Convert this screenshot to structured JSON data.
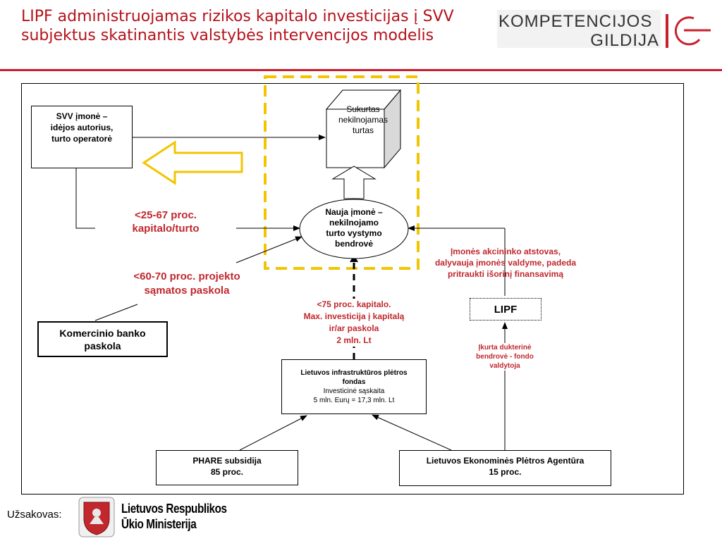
{
  "header": {
    "title_line1": "LIPF administruojamas rizikos kapitalo investicijas į SVV",
    "title_line2": "subjektus skatinantis valstybės intervencijos modelis",
    "logo_line1": "KOMPETENCIJOS",
    "logo_line2": "GILDIJA"
  },
  "diagram": {
    "svv_box": [
      "SVV įmonė –",
      "idėjos autorius,",
      "turto operatorė"
    ],
    "cube_label": [
      "Sukurtas",
      "nekilnojamas",
      "turtas"
    ],
    "new_company": [
      "Nauja įmonė –",
      "nekilnojamo",
      "turto vystymo",
      "bendrovė"
    ],
    "capital_label": [
      "<25-67 proc.",
      "kapitalo/turto"
    ],
    "loan_label": [
      "<60-70 proc. projekto",
      "sąmatos paskola"
    ],
    "bank_box": [
      "Komercinio banko",
      "paskola"
    ],
    "shareholder_label": [
      "Įmonės akcininko atstovas,",
      "dalyvauja įmonės valdyme, padeda",
      "pritraukti išorinį finansavimą"
    ],
    "lipf_box": "LIPF",
    "investment_label": [
      "<75 proc. kapitalo.",
      "Max. investicija į kapitalą",
      "ir/ar paskola",
      "2 mln. Lt"
    ],
    "subsidiary_label": [
      "Įkurta dukterinė",
      "bendrovė - fondo",
      "valdytoja"
    ],
    "fund_box": [
      "Lietuvos infrastruktūros plėtros",
      "fondas",
      "Investicinė sąskaita",
      "5 mln. Eurų = 17,3 mln. Lt"
    ],
    "phare_box": [
      "PHARE subsidija",
      "85 proc."
    ],
    "agency_box": [
      "Lietuvos Ekonominės Plėtros Agentūra",
      "15 proc."
    ]
  },
  "footer": {
    "client_label": "Užsakovas:",
    "ministry_line1": "Lietuvos Respublikos",
    "ministry_line2": "Ūkio Ministerija"
  },
  "colors": {
    "title_red": "#b5121b",
    "label_red": "#c0272d",
    "highlight_yellow": "#f2c500"
  }
}
